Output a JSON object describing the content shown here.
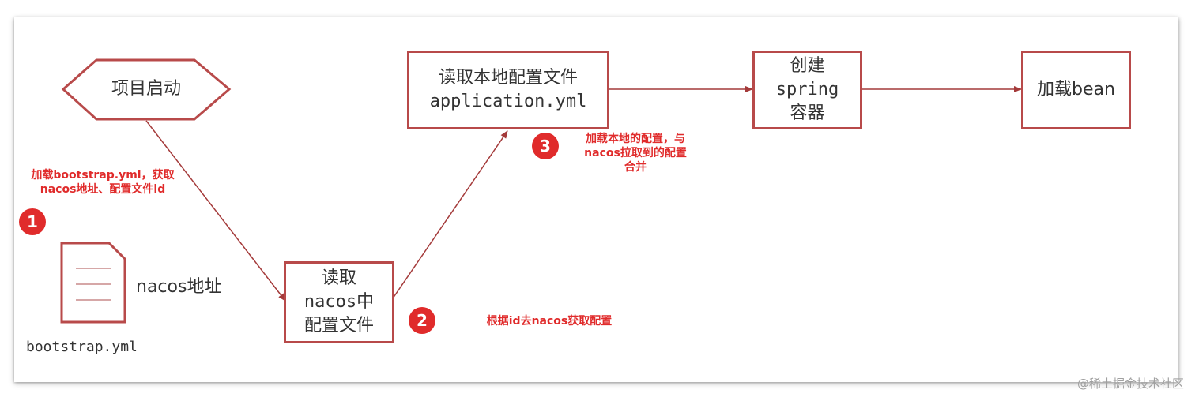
{
  "nodes": {
    "start": "项目启动",
    "read_nacos": [
      "读取",
      "nacos中",
      "配置文件"
    ],
    "read_local": [
      "读取本地配置文件",
      "application.yml"
    ],
    "create_spring": [
      "创建",
      "spring",
      "容器"
    ],
    "load_bean": "加载bean"
  },
  "file": {
    "caption": "nacos地址",
    "filename": "bootstrap.yml"
  },
  "steps": [
    {
      "number": "1",
      "note": [
        "加载bootstrap.yml，获取",
        "nacos地址、配置文件id"
      ]
    },
    {
      "number": "2",
      "note": [
        "根据id去nacos获取配置"
      ]
    },
    {
      "number": "3",
      "note": [
        "加载本地的配置，与",
        "nacos拉取到的配置",
        "合并"
      ]
    }
  ],
  "colors": {
    "stroke": "#b84a4a",
    "badge": "#e02b2b",
    "note": "#e02b2b"
  },
  "watermark": "@稀土掘金技术社区"
}
